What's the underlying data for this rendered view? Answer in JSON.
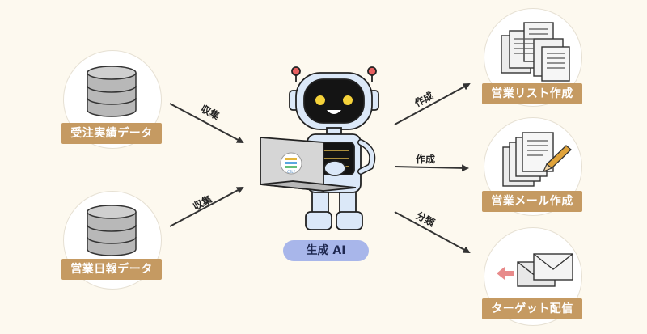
{
  "sources": [
    {
      "label": "受注実績データ"
    },
    {
      "label": "営業日報データ"
    }
  ],
  "center": {
    "label": "生成 AI",
    "laptop_logo": "CELF"
  },
  "outputs": [
    {
      "label": "営業リスト作成"
    },
    {
      "label": "営業メール作成"
    },
    {
      "label": "ターゲット配信"
    }
  ],
  "arrows": {
    "collect_top": "収集",
    "collect_bottom": "収集",
    "create_top": "作成",
    "create_mid": "作成",
    "classify": "分類"
  },
  "colors": {
    "background": "#fdf9ef",
    "label_bg": "#c59a62",
    "pill_bg": "#a8b6ea",
    "robot_body": "#dbe8f8",
    "robot_face": "#141414",
    "eye": "#f5d23a"
  },
  "icons": [
    "database-icon",
    "database-icon",
    "document-stack-icon",
    "writing-icon",
    "envelope-icon"
  ]
}
